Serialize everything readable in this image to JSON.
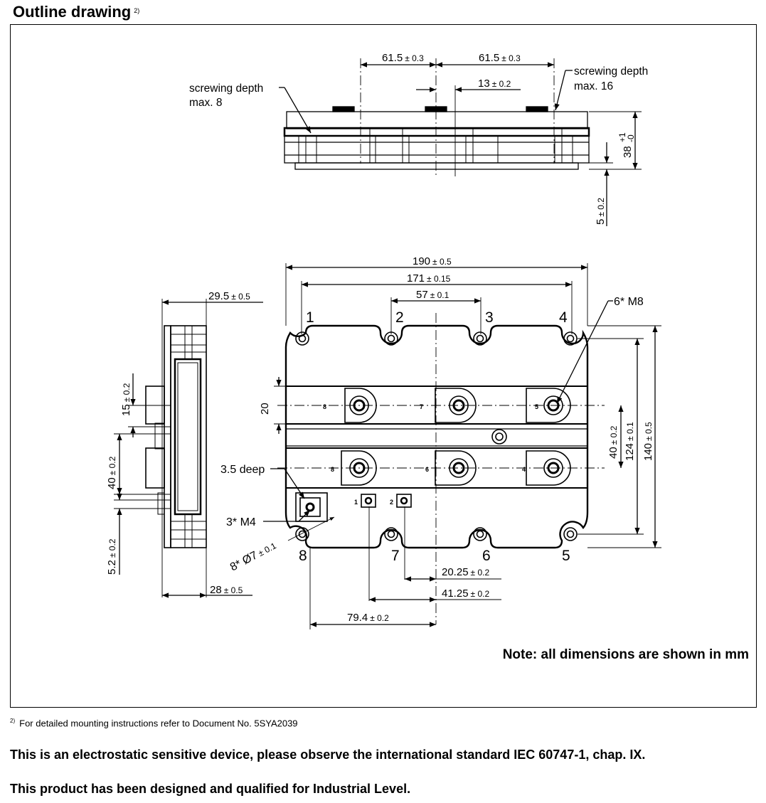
{
  "header": {
    "title": "Outline drawing",
    "footnote_ref": "2)"
  },
  "drawing": {
    "side_view": {
      "dim_left": "61.5",
      "dim_right": "61.5",
      "dim_center": "13",
      "tol_03": "± 0.3",
      "tol_02": "± 0.2",
      "screw_left_1": "screwing depth",
      "screw_left_2": "max. 8",
      "screw_right_1": "screwing depth",
      "screw_right_2": "max. 16",
      "height": "38",
      "height_tol_plus": "+1",
      "height_tol_minus": "-0",
      "base": "5",
      "base_tol": "± 0.2"
    },
    "top_view": {
      "w190": "190",
      "tol_05": "± 0.5",
      "w171": "171",
      "tol_015": "± 0.15",
      "w57": "57",
      "tol_01": "± 0.1",
      "corner_labels": [
        "1",
        "2",
        "3",
        "4",
        "8",
        "7",
        "6",
        "5"
      ],
      "m8": "6* M8",
      "h20": "20",
      "h40": "40",
      "h124": "124",
      "h140": "140",
      "tol_02": "± 0.2",
      "deep": "3.5 deep",
      "m4": "3* M4",
      "hole": "8* Ø7",
      "hole_tol": "± 0.1",
      "d2025": "20.25",
      "d4125": "41.25",
      "d794": "79.4",
      "tol_02b": "± 0.2",
      "term_labels": [
        "1",
        "2"
      ],
      "pad_labels": [
        "8",
        "7",
        "5",
        "8",
        "6",
        "4"
      ]
    },
    "end_view": {
      "w295": "29.5",
      "w28": "28",
      "tol_05": "± 0.5",
      "h15": "15",
      "h40": "40",
      "h52": "5.2",
      "tol_02": "± 0.2"
    },
    "note": "Note: all dimensions are shown in mm"
  },
  "footer": {
    "footnote_mark": "2)",
    "footnote_text": "For detailed mounting instructions refer to Document No. 5SYA2039",
    "statement_1": "This is an electrostatic sensitive device, please observe the international standard IEC 60747-1, chap. IX.",
    "statement_2": "This product has been designed and qualified for Industrial Level."
  }
}
